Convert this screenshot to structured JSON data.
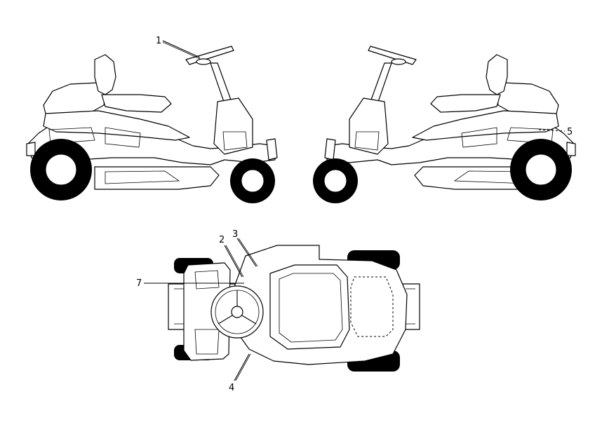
{
  "diagram": {
    "views": [
      "left-side-view",
      "right-side-view",
      "top-view"
    ],
    "callouts": [
      {
        "id": "c1",
        "label": "1"
      },
      {
        "id": "c2",
        "label": "2"
      },
      {
        "id": "c3",
        "label": "3"
      },
      {
        "id": "c4",
        "label": "4"
      },
      {
        "id": "c5",
        "label": "5"
      },
      {
        "id": "c7",
        "label": "7"
      }
    ]
  }
}
